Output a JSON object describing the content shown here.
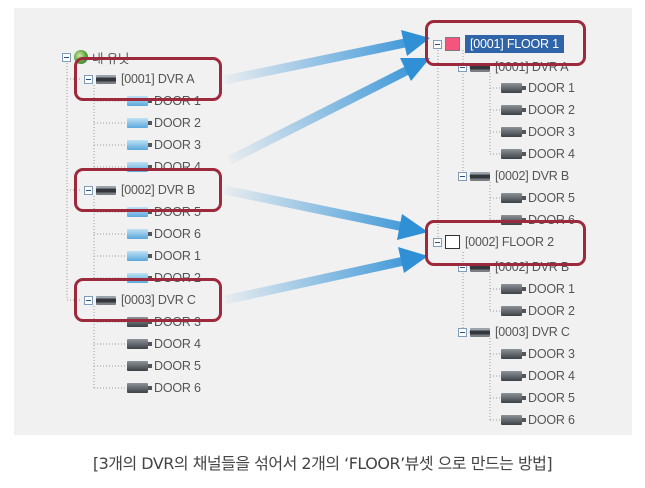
{
  "left_tree": {
    "root": "내 유닛",
    "dvrs": [
      {
        "label": "[0001] DVR A",
        "doors": [
          "DOOR 1",
          "DOOR 2",
          "DOOR 3",
          "DOOR 4"
        ]
      },
      {
        "label": "[0002] DVR B",
        "doors": [
          "DOOR 5",
          "DOOR 6",
          "DOOR 1",
          "DOOR 2"
        ]
      },
      {
        "label": "[0003] DVR C",
        "doors": [
          "DOOR 3",
          "DOOR 4",
          "DOOR 5",
          "DOOR 6"
        ]
      }
    ]
  },
  "right_tree": {
    "floors": [
      {
        "label": "[0001] FLOOR 1",
        "dvrs": [
          {
            "label": "[0001] DVR A",
            "doors": [
              "DOOR 1",
              "DOOR 2",
              "DOOR 3",
              "DOOR 4"
            ]
          },
          {
            "label": "[0002] DVR B",
            "doors": [
              "DOOR 5",
              "DOOR 6"
            ]
          }
        ]
      },
      {
        "label": "[0002] FLOOR 2",
        "dvrs": [
          {
            "label": "[0002] DVR B",
            "doors": [
              "DOOR 1",
              "DOOR 2"
            ]
          },
          {
            "label": "[0003] DVR C",
            "doors": [
              "DOOR 3",
              "DOOR 4",
              "DOOR 5",
              "DOOR 6"
            ]
          }
        ]
      }
    ]
  },
  "caption": "[3개의 DVR의 채널들을 섞어서 2개의 ‘FLOOR’뷰셋 으로 만드는 방법]",
  "colors": {
    "highlight": "#9c2a3c",
    "arrow": "#2f90d6",
    "selected": "#2f64a9"
  },
  "icons": [
    "globe-icon",
    "dvr-icon",
    "door-icon",
    "floor-icon",
    "collapse-icon"
  ]
}
